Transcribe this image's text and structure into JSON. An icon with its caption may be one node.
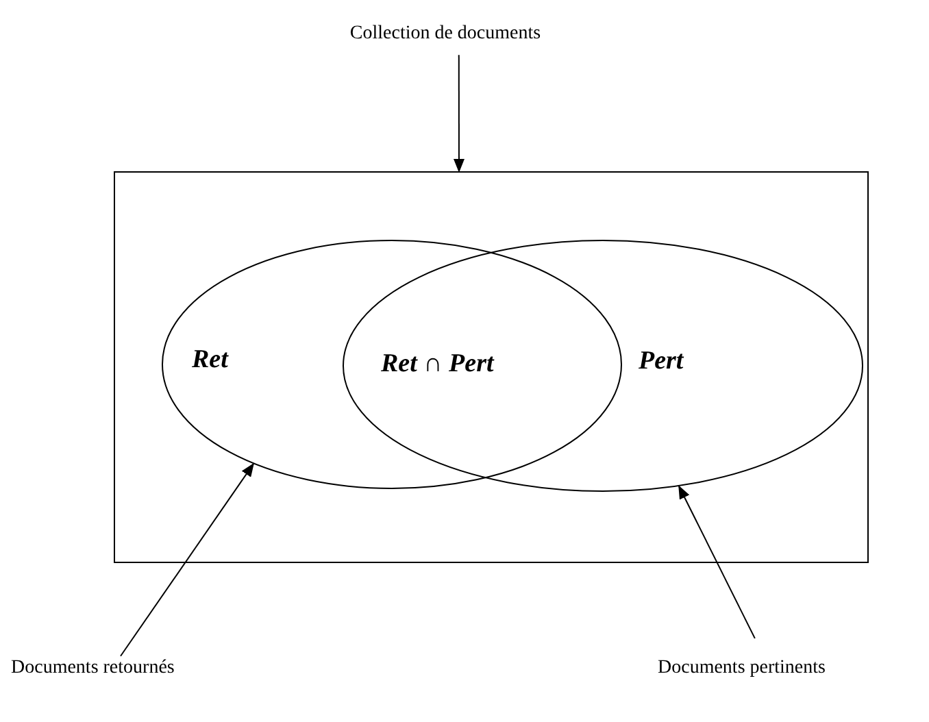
{
  "diagram": {
    "nodes": [
      {
        "text": [
          "Collection de documents"
        ]
      },
      {
        "text": [],
        "shape": "box"
      },
      {
        "text": [
          "Ret"
        ],
        "in": 1
      },
      {
        "text": [
          "Pert"
        ],
        "in": 1
      },
      {
        "text": [
          "Documents retournés"
        ]
      },
      {
        "text": [
          "Documents pertinents"
        ]
      }
    ],
    "edges": [
      {
        "from": 0,
        "to": 1,
        "arrow": "to"
      },
      {
        "from": 4,
        "to": 2,
        "arrow": "to"
      },
      {
        "from": 5,
        "to": 3,
        "arrow": "to"
      }
    ],
    "labels": [
      "Ret ∩ Pert"
    ]
  }
}
